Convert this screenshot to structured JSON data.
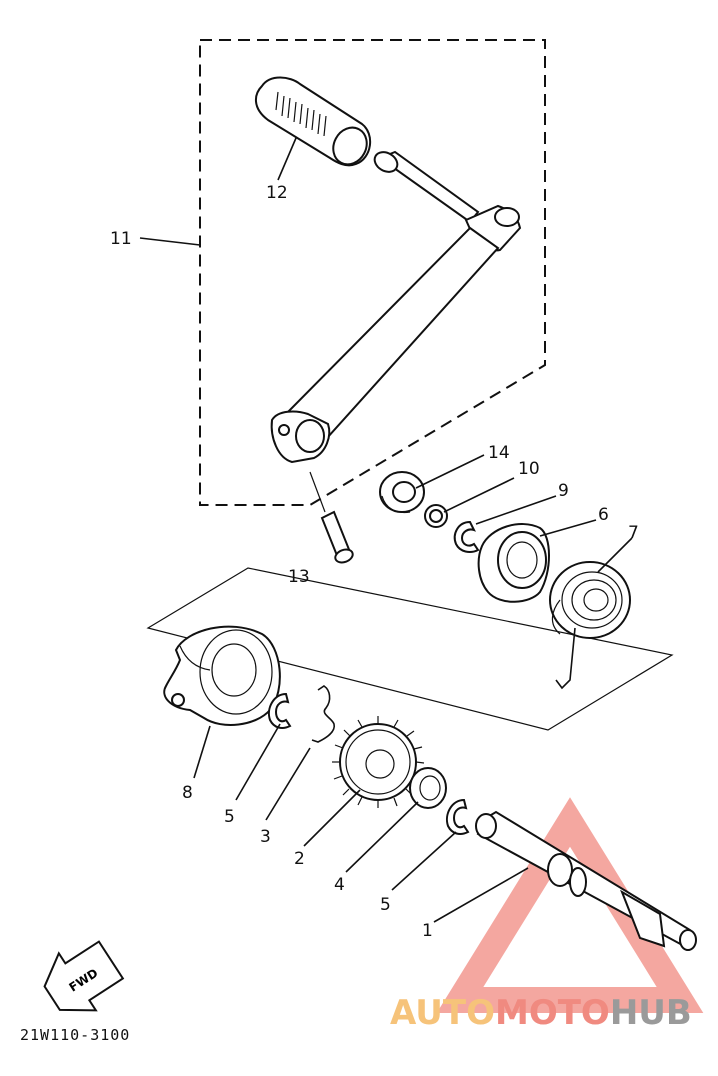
{
  "diagram": {
    "drawing_code": "21W110-3100",
    "fwd_label": "FWD",
    "callouts": {
      "c1": "1",
      "c2": "2",
      "c3": "3",
      "c4": "4",
      "c5a": "5",
      "c5b": "5",
      "c6": "6",
      "c7": "7",
      "c8": "8",
      "c9": "9",
      "c10": "10",
      "c11": "11",
      "c12": "12",
      "c13": "13",
      "c14": "14"
    }
  },
  "watermark": {
    "part1": "AUTO",
    "part2": "MOTO",
    "part3": "HUB",
    "colors": {
      "auto": "#f6c37a",
      "moto": "#f08a80",
      "hub": "#9a9a9a"
    }
  }
}
